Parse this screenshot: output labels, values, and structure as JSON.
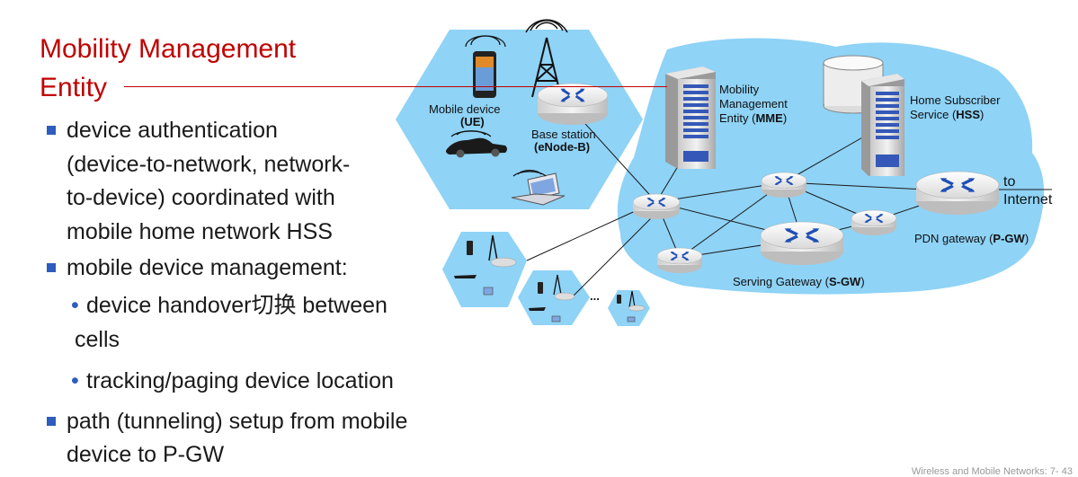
{
  "title": {
    "line1": "Mobility Management",
    "line2": "Entity"
  },
  "bullets": [
    {
      "lines": [
        "device authentication",
        "(device-to-network, network-",
        "to-device) coordinated with",
        "mobile home network HSS"
      ]
    },
    {
      "lines": [
        "mobile device management:"
      ]
    },
    {
      "sub": true,
      "lines": [
        "device handover切换 between",
        "cells"
      ]
    },
    {
      "sub": true,
      "lines": [
        "tracking/paging device location"
      ]
    },
    {
      "lines": [
        "path (tunneling) setup from mobile",
        "device to P-GW"
      ]
    }
  ],
  "diagram": {
    "ue_label": "Mobile device",
    "ue_code": "(UE)",
    "bs_label": "Base station",
    "bs_code": "(eNode-B)",
    "mme_line1": "Mobility",
    "mme_line2": "Management",
    "mme_line3": "Entity (",
    "mme_code": "MME",
    "mme_end": ")",
    "hss_line1": "Home Subscriber",
    "hss_line2": "Service (",
    "hss_code": "HSS",
    "hss_end": ")",
    "pgw_label": "PDN gateway (",
    "pgw_code": "P-GW",
    "pgw_end": ")",
    "sgw_label": "Serving Gateway (",
    "sgw_code": "S-GW",
    "sgw_end": ")",
    "to_label": "to",
    "internet_label": "Internet",
    "ellipsis": "..."
  },
  "colors": {
    "accent": "#c00000",
    "bullet": "#2e5cbf",
    "network": "#8fd3f6",
    "router_arrow": "#1f4fb5"
  },
  "footer": "Wireless and Mobile Networks: 7- 43"
}
